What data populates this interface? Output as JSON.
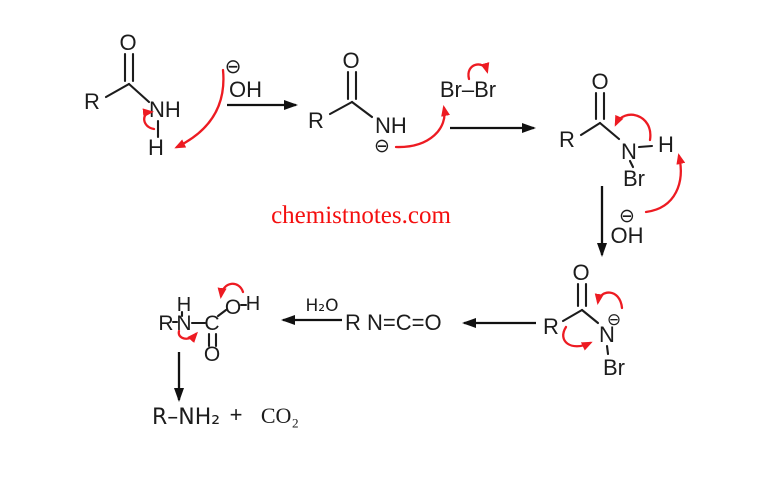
{
  "watermark": {
    "text": "chemistnotes.com"
  },
  "colors": {
    "background": "#ffffff",
    "structure_black": "#1c1c1c",
    "mechanism_red": "#ed1b22",
    "watermark_red": "#f40f0f"
  },
  "step1": {
    "amide": {
      "o": "O",
      "r": "R",
      "nh": "NH",
      "h": "H"
    },
    "hydroxide": {
      "charge": "⊖",
      "label": "OH"
    }
  },
  "step2": {
    "amide_anion": {
      "o": "O",
      "r": "R",
      "nh": "NH",
      "charge": "⊖"
    },
    "bromine": {
      "label": "Br–Br"
    }
  },
  "step3": {
    "n_bromoamide": {
      "o": "O",
      "r": "R",
      "n": "N",
      "h": "H",
      "br": "Br"
    },
    "hydroxide": {
      "charge": "⊖",
      "label": "OH"
    }
  },
  "step4": {
    "bromoamide_anion": {
      "o": "O",
      "r": "R",
      "n": "N",
      "charge": "⊖",
      "br": "Br"
    }
  },
  "step5": {
    "isocyanate": "R N=C=O",
    "water": "H₂O"
  },
  "step6": {
    "carbamic_acid": {
      "r": "R",
      "h_on_n": "H",
      "n": "N",
      "c": "C",
      "o_hydroxyl": "O",
      "h_hydroxyl": "H",
      "o_carbonyl": "O"
    }
  },
  "products": {
    "amine": "R–NH₂",
    "plus": "+",
    "carbon_dioxide": "CO₂"
  }
}
